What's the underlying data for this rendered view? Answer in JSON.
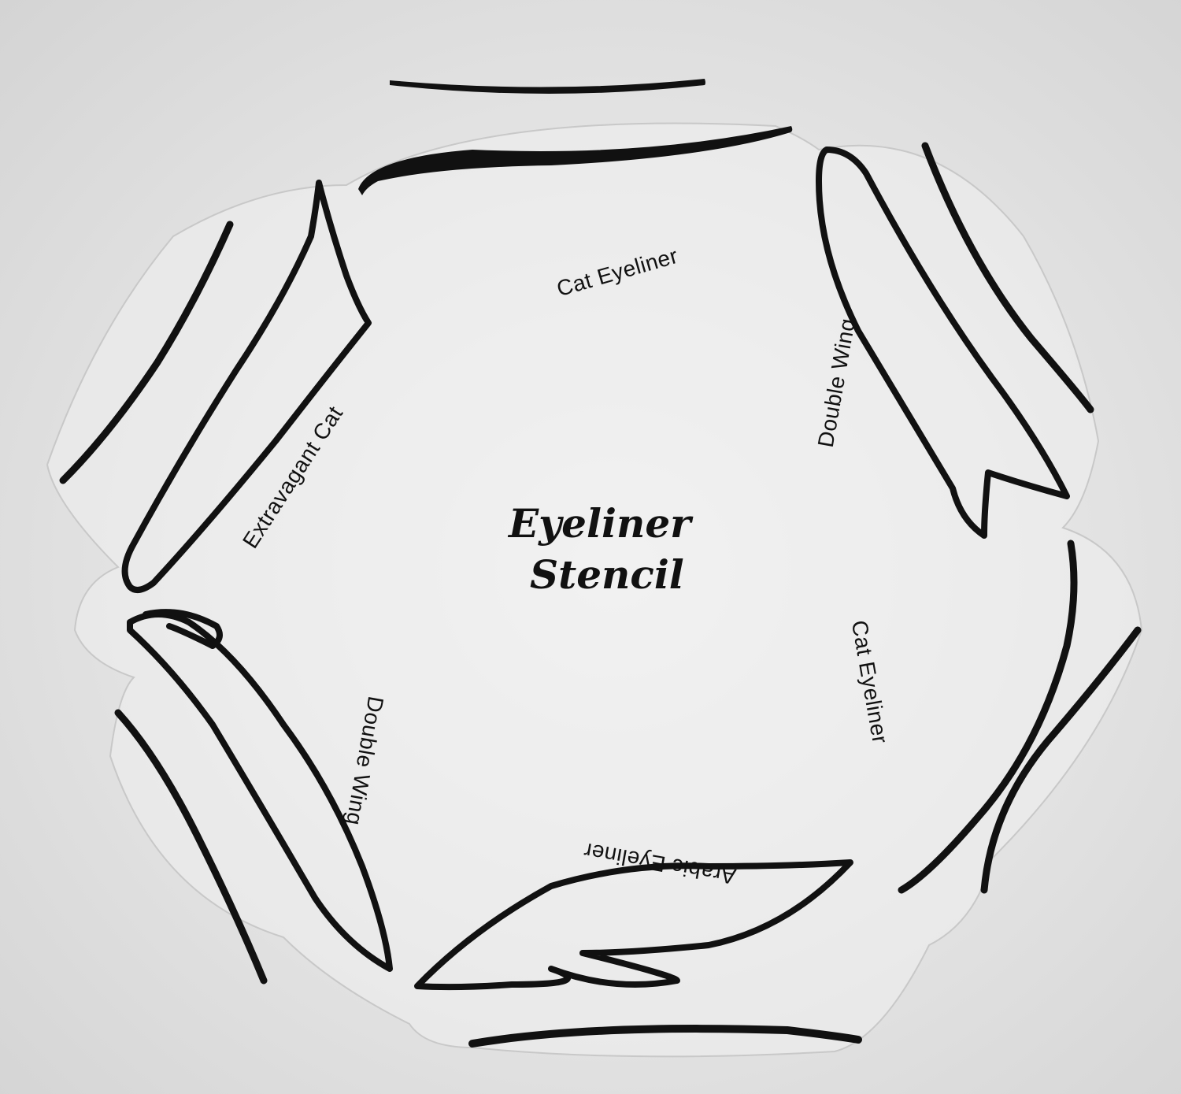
{
  "title": {
    "line1": "Eyeliner",
    "line2": "Stencil"
  },
  "stencil_labels": {
    "top": "Cat Eyeliner",
    "upper_right": "Double Wing",
    "lower_right": "Cat Eyeliner",
    "bottom": "Arabic Eyeliner",
    "lower_left": "Double Wing",
    "upper_left": "Extravagant Cat"
  },
  "colors": {
    "ink": "#111111",
    "sheet": "#eeeeee",
    "background": "#e0e0e0"
  }
}
